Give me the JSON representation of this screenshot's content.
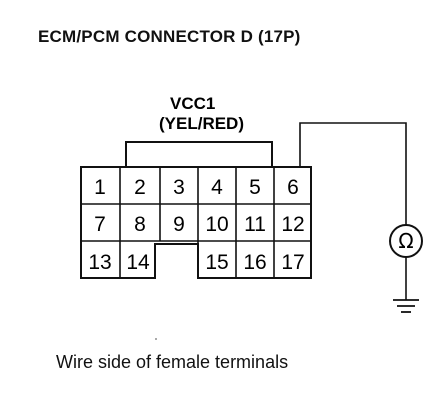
{
  "title": "ECM/PCM CONNECTOR D (17P)",
  "wire": {
    "name": "VCC1",
    "color": "(YEL/RED)"
  },
  "connector": {
    "pins": [
      "1",
      "2",
      "3",
      "4",
      "5",
      "6",
      "7",
      "8",
      "9",
      "10",
      "11",
      "12",
      "13",
      "14",
      "15",
      "16",
      "17"
    ]
  },
  "meter": {
    "symbol": "Ω",
    "icon": "ohmmeter-icon",
    "ground_icon": "ground-icon"
  },
  "caption": "Wire side of female terminals"
}
